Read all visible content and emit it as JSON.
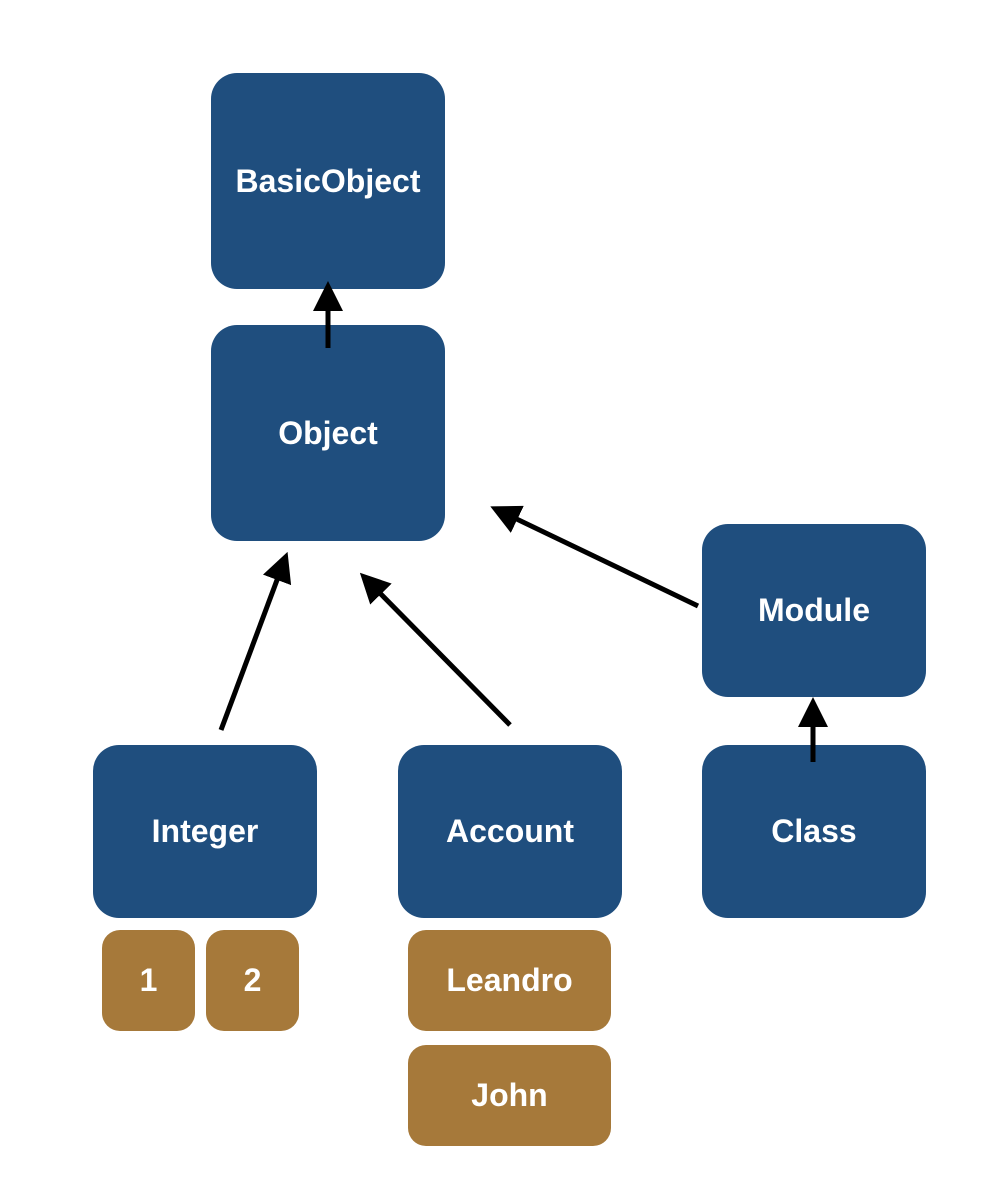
{
  "colors": {
    "class_fill": "#1F4E7E",
    "instance_fill": "#A6793A",
    "text": "#FFFFFF",
    "arrow": "#000000"
  },
  "classes": {
    "basic_object": "BasicObject",
    "object": "Object",
    "module": "Module",
    "integer": "Integer",
    "account": "Account",
    "class": "Class"
  },
  "instances": {
    "integer_1": "1",
    "integer_2": "2",
    "account_leandro": "Leandro",
    "account_john": "John"
  },
  "relations": [
    {
      "from": "object",
      "to": "basic_object"
    },
    {
      "from": "integer",
      "to": "object"
    },
    {
      "from": "account",
      "to": "object"
    },
    {
      "from": "module",
      "to": "object"
    },
    {
      "from": "class",
      "to": "module"
    }
  ]
}
